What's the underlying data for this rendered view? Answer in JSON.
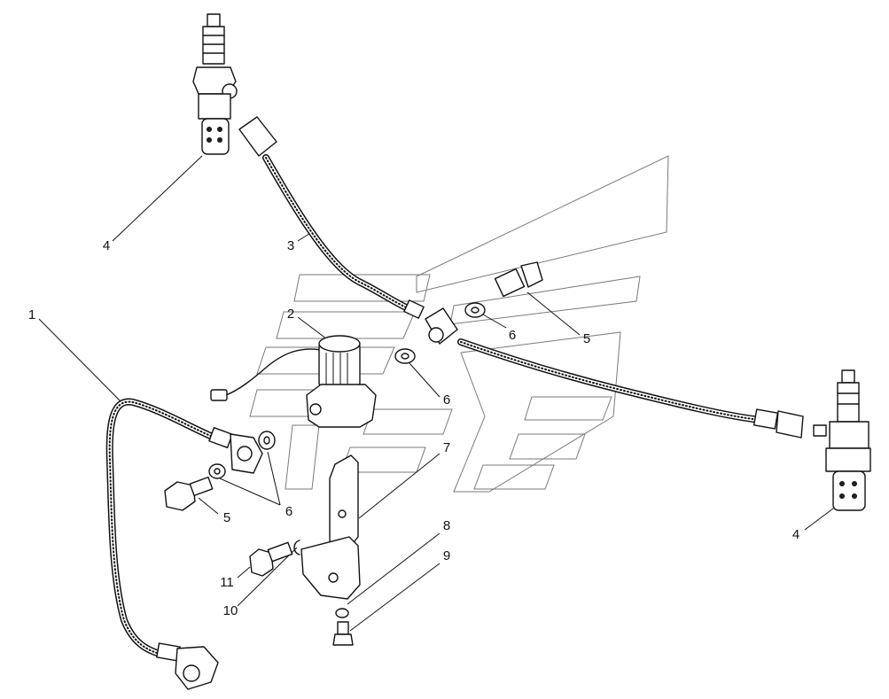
{
  "callouts": [
    {
      "id": "1",
      "text": "1"
    },
    {
      "id": "2",
      "text": "2"
    },
    {
      "id": "3",
      "text": "3"
    },
    {
      "id": "4a",
      "text": "4"
    },
    {
      "id": "4b",
      "text": "4"
    },
    {
      "id": "5a",
      "text": "5"
    },
    {
      "id": "5b",
      "text": "5"
    },
    {
      "id": "6a",
      "text": "6"
    },
    {
      "id": "6b",
      "text": "6"
    },
    {
      "id": "6c",
      "text": "6"
    },
    {
      "id": "7",
      "text": "7"
    },
    {
      "id": "8",
      "text": "8"
    },
    {
      "id": "9",
      "text": "9"
    },
    {
      "id": "10",
      "text": "10"
    },
    {
      "id": "11",
      "text": "11"
    }
  ],
  "parts": {
    "fuel_pipe_lower": "fuel-pipe",
    "solenoid_valve": "solenoid-valve",
    "fuel_pipe_upper": "fuel-pipe",
    "glow_plug": "flame-glow-plug",
    "banjo_bolt": "banjo-bolt",
    "sealing_washer": "sealing-washer",
    "mounting_bracket": "bracket",
    "lock_washer": "spring-washer",
    "small_bolt": "bolt",
    "spring_washer_10": "spring-washer",
    "bolt_11": "bolt"
  }
}
